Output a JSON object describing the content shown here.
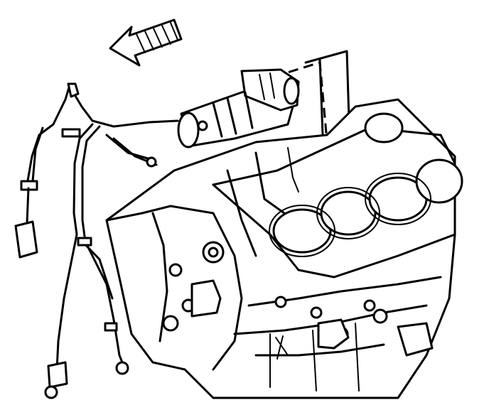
{
  "diagram": {
    "components": [
      {
        "id": "direction-arrow",
        "icon": "arrow-up-left-icon"
      },
      {
        "id": "starter-motor"
      },
      {
        "id": "wiring-harness"
      },
      {
        "id": "engine-block"
      },
      {
        "id": "cylinder-bores",
        "count": 4
      }
    ],
    "colors": {
      "line": "#000000",
      "background": "#ffffff"
    }
  }
}
